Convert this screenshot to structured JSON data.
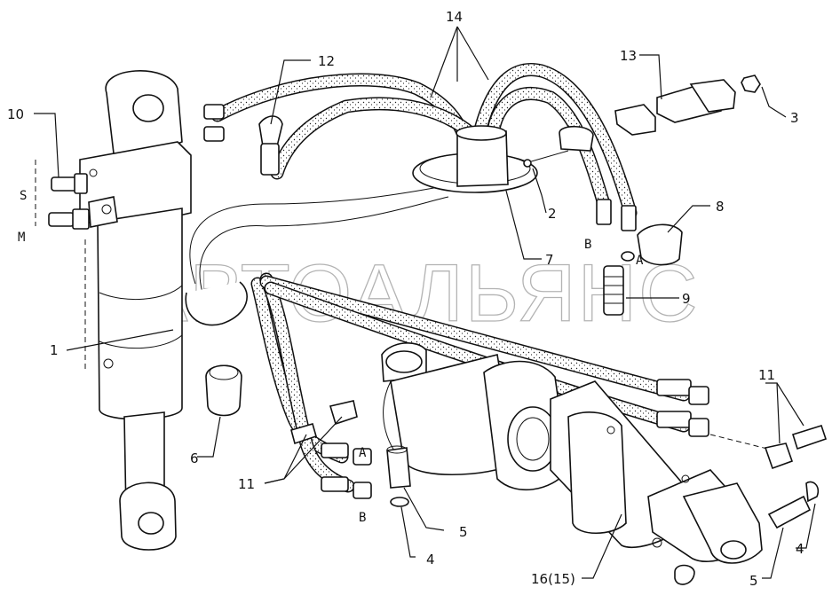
{
  "watermark": "АВТОАЛЬЯНС",
  "callouts": {
    "c1": "1",
    "c2": "2",
    "c3": "3",
    "c4a": "4",
    "c4b": "4",
    "c5a": "5",
    "c5b": "5",
    "c6": "6",
    "c7": "7",
    "c8": "8",
    "c9": "9",
    "c10": "10",
    "c11a": "11",
    "c11b": "11",
    "c12": "12",
    "c13": "13",
    "c14": "14",
    "c16": "16(15)"
  },
  "port_labels": {
    "s": "S",
    "m": "M",
    "b_top": "B",
    "a_top": "A",
    "a_bottom": "A",
    "b_bottom": "B"
  }
}
